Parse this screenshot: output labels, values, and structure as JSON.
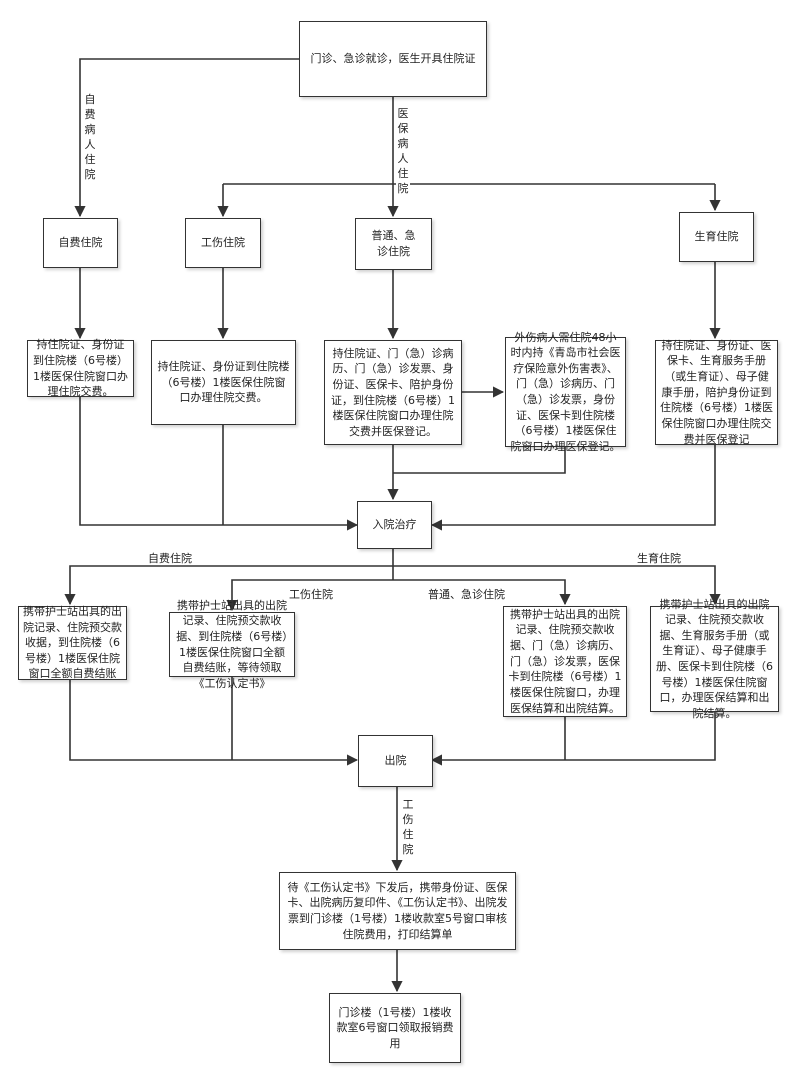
{
  "nodes": {
    "start": "门诊、急诊就诊，医生开具住院证",
    "self_pay": "自费住院",
    "work_injury": "工伤住院",
    "normal": "普通、急诊住院",
    "maternity": "生育住院",
    "self_pay_step": "持住院证、身份证到住院楼（6号楼）1楼医保住院窗口办理住院交费。",
    "work_injury_step": "持住院证、身份证到住院楼（6号楼）1楼医保住院窗口办理住院交费。",
    "normal_step": "持住院证、门（急）诊病历、门（急）诊发票、身份证、医保卡、陪护身份证，到住院楼（6号楼）1楼医保住院窗口办理住院交费并医保登记。",
    "injury_note": "外伤病人需住院48小时内持《青岛市社会医疗保险意外伤害表》、门（急）诊病历、门（急）诊发票，身份证、医保卡到住院楼（6号楼）1楼医保住院窗口办理医保登记。",
    "maternity_step": "持住院证、身份证、医保卡、生育服务手册（或生育证）、母子健康手册，陪护身份证到住院楼（6号楼）1楼医保住院窗口办理住院交费并医保登记",
    "treatment": "入院治疗",
    "self_pay_discharge": "携带护士站出具的出院记录、住院预交款收据，到住院楼（6号楼）1楼医保住院窗口全额自费结账",
    "work_injury_discharge": "携带护士站出具的出院记录、住院预交款收据、到住院楼（6号楼）1楼医保住院窗口全额自费结账，等待领取《工伤认定书》",
    "normal_discharge": "携带护士站出具的出院记录、住院预交款收据、门（急）诊病历、门（急）诊发票，医保卡到住院楼（6号楼）1楼医保住院窗口，办理医保结算和出院结算。",
    "maternity_discharge": "携带护士站出具的出院记录、住院预交款收据、生育服务手册（或生育证）、母子健康手册、医保卡到住院楼（6号楼）1楼医保住院窗口，办理医保结算和出院结算。",
    "discharge": "出院",
    "work_injury_settle": "待《工伤认定书》下发后，携带身份证、医保卡、出院病历复印件、《工伤认定书》、出院发票到门诊楼（1号楼）1楼收款室5号窗口审核住院费用，打印结算单",
    "reimburse": "门诊楼（1号楼）1楼收款室6号窗口领取报销费用"
  },
  "edge_labels": {
    "self_pay_patient": "自费病人住院",
    "insured_patient": "医保病人住院",
    "self_pay": "自费住院",
    "maternity": "生育住院",
    "work_injury": "工伤住院",
    "normal": "普通、急诊住院",
    "work_injury_vertical": "工伤住院"
  }
}
